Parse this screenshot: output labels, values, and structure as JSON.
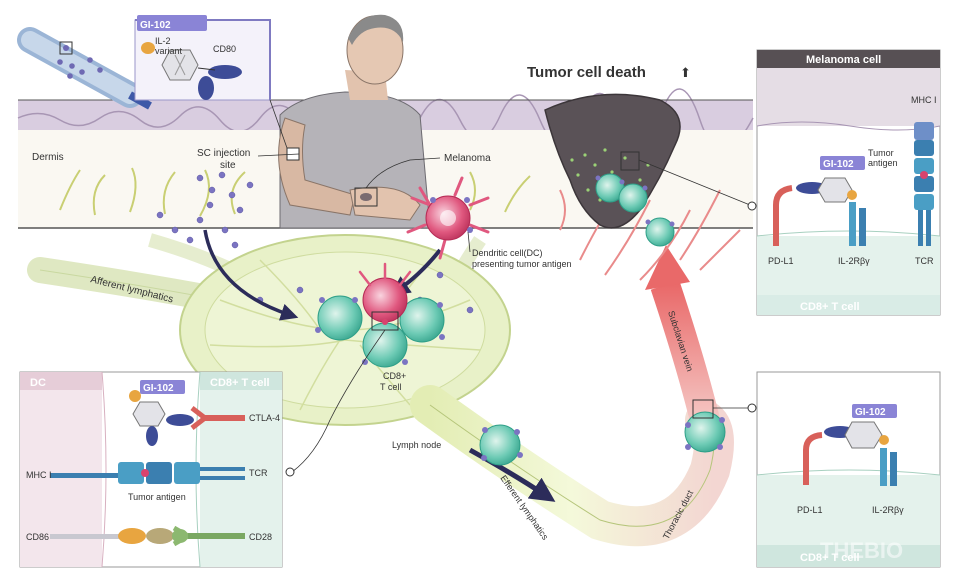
{
  "title": "Tumor cell death",
  "title_arrow": "⬆",
  "labels": {
    "gi102": "GI-102",
    "il2_variant_1": "IL-2",
    "il2_variant_2": "variant",
    "cd80": "CD80",
    "dermis": "Dermis",
    "sc_injection_1": "SC injection",
    "sc_injection_2": "site",
    "melanoma": "Melanoma",
    "dc_1": "Dendritic cell(DC)",
    "dc_2": "presenting tumor antigen",
    "afferent": "Afferent lymphatics",
    "cd8_1": "CD8+",
    "cd8_2": "T cell",
    "lymph_node": "Lymph node",
    "efferent": "Efferent lymphatics",
    "thoracic": "Thoracic duct",
    "subclavian": "Subclavian vein"
  },
  "panel_melanoma": {
    "header": "Melanoma cell",
    "footer": "CD8+ T cell",
    "gi102": "GI-102",
    "mhc": "MHC I",
    "tumor_antigen_1": "Tumor",
    "tumor_antigen_2": "antigen",
    "pdl1": "PD-L1",
    "il2r": "IL-2Rβγ",
    "tcr": "TCR"
  },
  "panel_tcell": {
    "gi102": "GI-102",
    "pdl1": "PD-L1",
    "il2r": "IL-2Rβγ",
    "footer": "CD8+ T cell"
  },
  "panel_dc": {
    "left_header": "DC",
    "right_header": "CD8+ T cell",
    "gi102": "GI-102",
    "ctla4": "CTLA-4",
    "mhc": "MHC I",
    "tcr": "TCR",
    "tumor_antigen": "Tumor antigen",
    "cd86": "CD86",
    "cd28": "CD28"
  },
  "watermark": "THEBIO",
  "colors": {
    "gi102_tag": "#8a84d6",
    "tumor": "#5a5257",
    "tcell": "#3fb9a3",
    "dc": "#d9436e",
    "lymph": "#e5efc3",
    "vessel": "#e96969",
    "panel_head": "#575054"
  }
}
